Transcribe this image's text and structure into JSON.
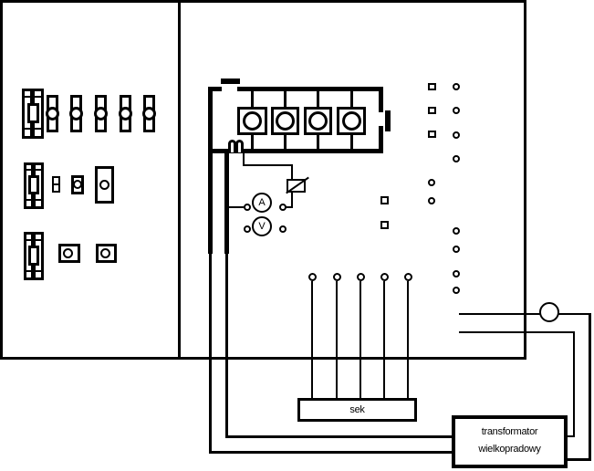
{
  "diagram": {
    "kind": "high-current transformer test circuit schematic",
    "labels": {
      "secondary_box": "sek",
      "transformer_line1": "transformator",
      "transformer_line2": "wielkopradowy",
      "ammeter": "A",
      "voltmeter": "V"
    },
    "colors": {
      "line": "#000000",
      "background": "#ffffff"
    }
  }
}
